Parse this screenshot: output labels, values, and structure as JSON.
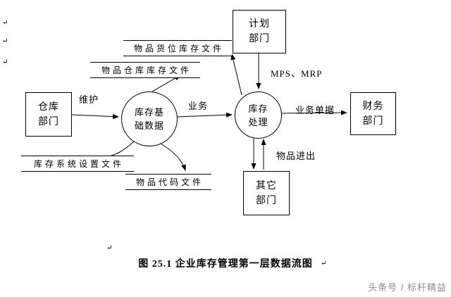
{
  "page": {
    "caption": "图 25.1  企业库存管理第一层数据流图",
    "watermark": "头条号 / 标杆精益",
    "para_mark": "↵"
  },
  "entities": {
    "plan": {
      "line1": "计划",
      "line2": "部门"
    },
    "warehouse": {
      "line1": "仓库",
      "line2": "部门"
    },
    "finance": {
      "line1": "财务",
      "line2": "部门"
    },
    "other": {
      "line1": "其它",
      "line2": "部门"
    }
  },
  "processes": {
    "inv_base": {
      "line1": "库存基",
      "line2": "础数据"
    },
    "inv_proc": {
      "line1": "库存",
      "line2": "处理"
    }
  },
  "data_stores": {
    "location_file": "物品货位库存文件",
    "warehouse_file": "物品仓库库存文件",
    "settings_file": "库存系统设置文件",
    "code_file": "物品代码文件"
  },
  "flow_labels": {
    "maintain": "维护",
    "business": "业务",
    "mps_mrp": "MPS、MRP",
    "business_doc": "业务单据",
    "item_in_out": "物品进出"
  }
}
